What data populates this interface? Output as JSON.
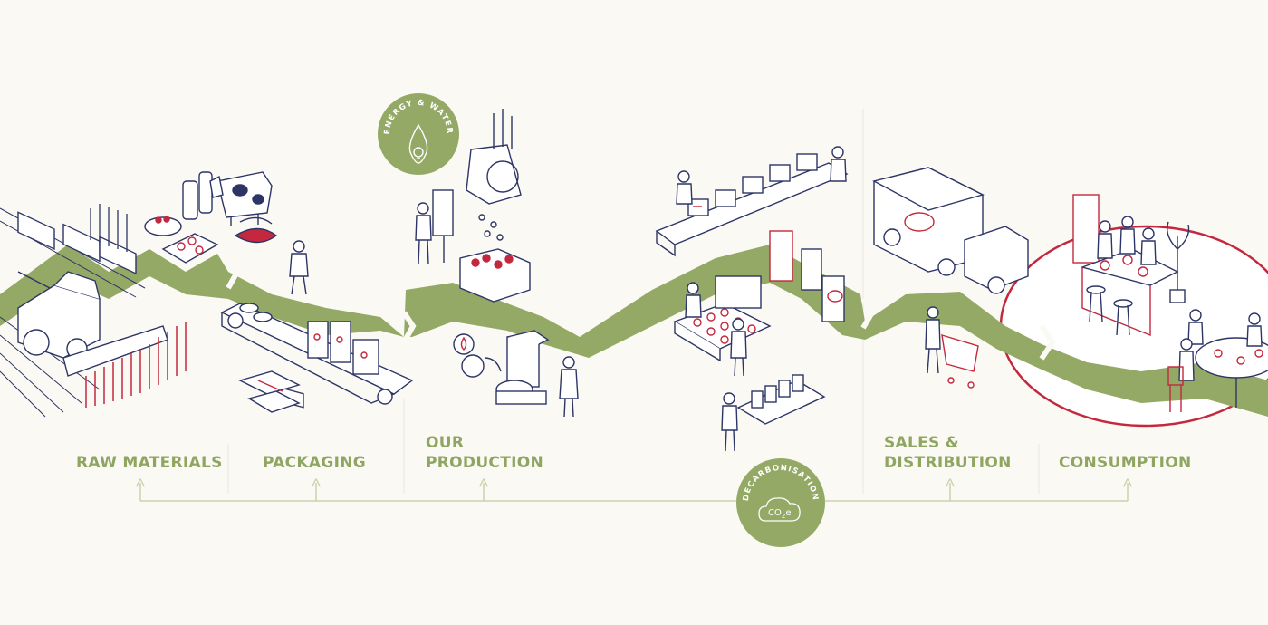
{
  "stages": {
    "raw_materials": "RAW MATERIALS",
    "packaging": "PACKAGING",
    "our_production_line1": "OUR",
    "our_production_line2": "PRODUCTION",
    "sales_line1": "SALES &",
    "sales_line2": "DISTRIBUTION",
    "consumption": "CONSUMPTION"
  },
  "badges": {
    "energy_water": "ENERGY & WATER",
    "decarbonisation": "DECARBONISATION",
    "co2_main": "CO",
    "co2_sub": "2",
    "co2_suffix": "e"
  },
  "colors": {
    "background": "#fbf9f3",
    "accent_green": "#93a965",
    "label_green": "#8fa562",
    "line_navy": "#2d3566",
    "accent_red": "#c3283e",
    "connector": "#c9d2ad"
  },
  "icons": [
    "lightbulb-drop-icon",
    "co2-cloud-icon",
    "arrow-up-icon"
  ]
}
